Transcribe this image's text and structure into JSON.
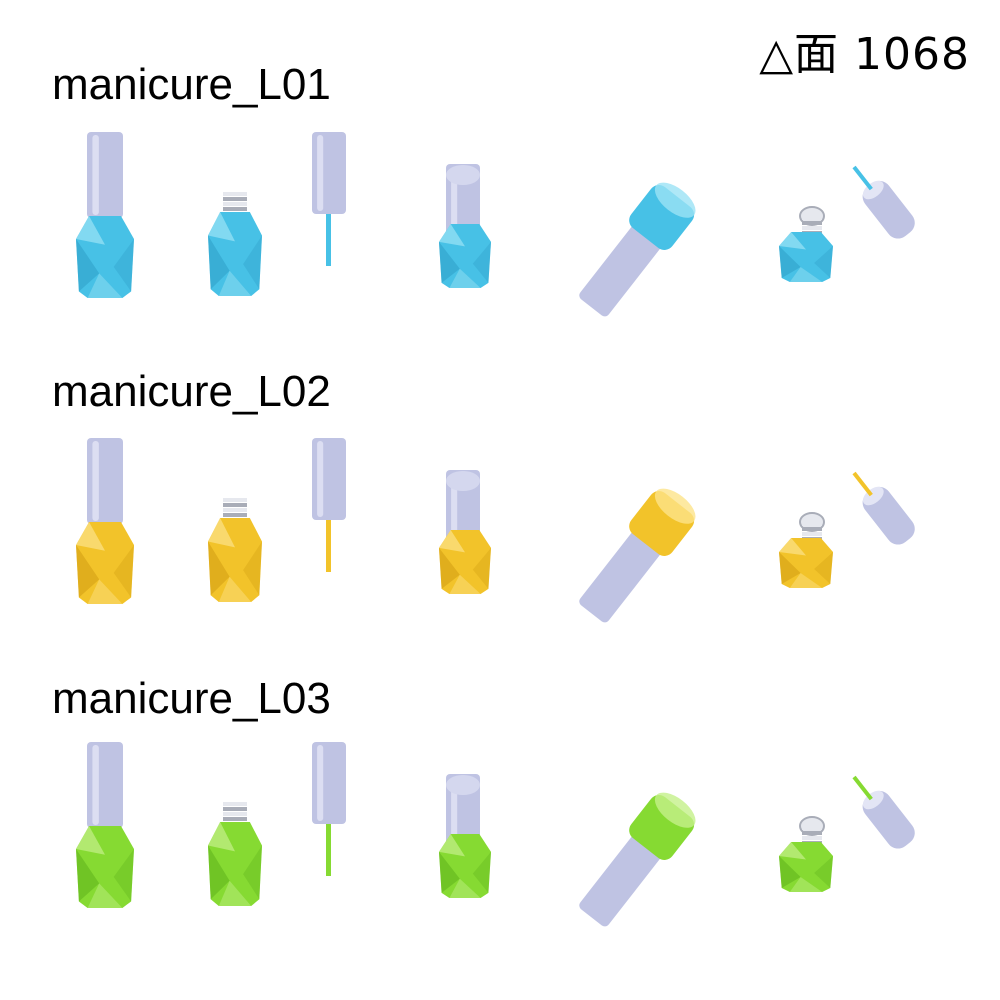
{
  "header": {
    "poly_count": "△面 1068"
  },
  "rows": [
    {
      "title": "manicure_L01",
      "color": "#47C1E6",
      "dark": "#2E9FC6",
      "light": "#9BE2F5"
    },
    {
      "title": "manicure_L02",
      "color": "#F2C32A",
      "dark": "#D29D12",
      "light": "#FCE38A"
    },
    {
      "title": "manicure_L03",
      "color": "#86DA32",
      "dark": "#5FB21C",
      "light": "#C4F08A"
    }
  ],
  "cap_color": "#BFC3E3"
}
